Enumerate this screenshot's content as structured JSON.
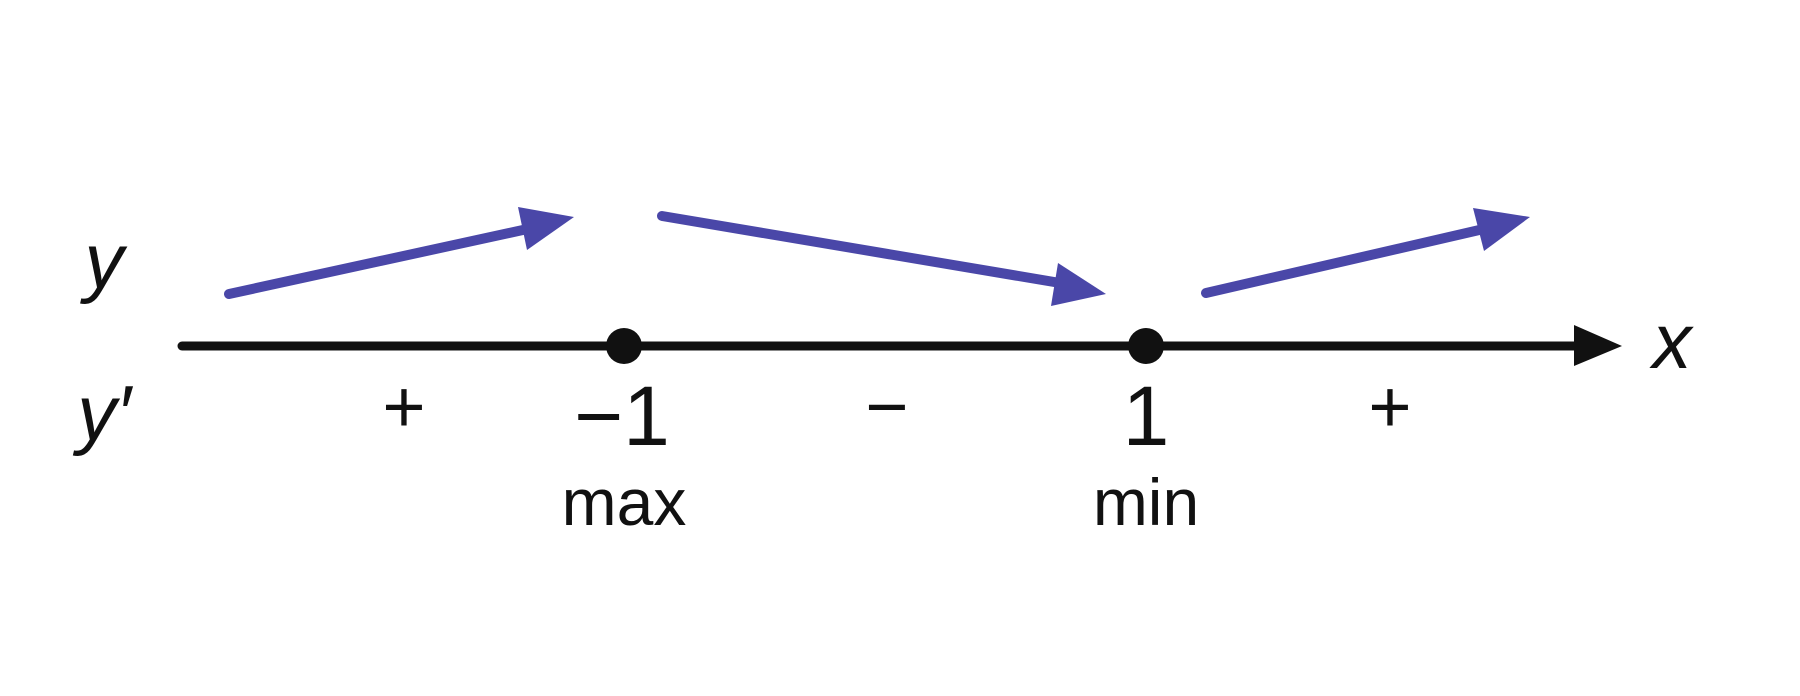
{
  "labels": {
    "y": "y",
    "y_prime": "y′",
    "x": "x"
  },
  "critical_points": [
    {
      "value": "−1",
      "label": "max"
    },
    {
      "value": "1",
      "label": "min"
    }
  ],
  "signs": [
    "+",
    "−",
    "+"
  ],
  "trend_arrows": [
    "increasing",
    "decreasing",
    "increasing"
  ],
  "colors": {
    "axis": "#111111",
    "arrow": "#4a47a8",
    "text": "#111111"
  }
}
